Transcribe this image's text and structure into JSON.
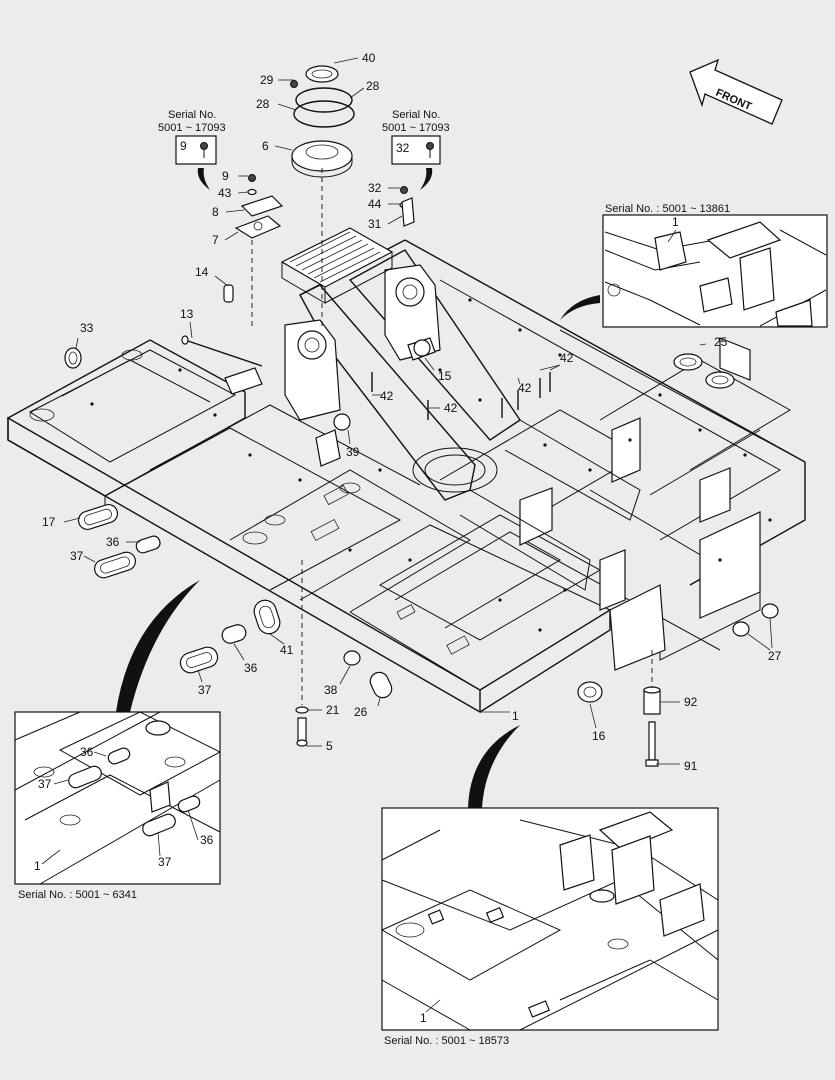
{
  "direction_label": "FRONT",
  "serial_labels": {
    "top_left_title": "Serial No.",
    "top_left_range": "5001 ~ 17093",
    "top_right_title": "Serial No.",
    "top_right_range": "5001 ~ 17093",
    "inset_top_right": "Serial No. : 5001 ~ 13861",
    "inset_bottom_left": "Serial No. : 5001 ~ 6341",
    "inset_bottom_right": "Serial No. : 5001 ~ 18573"
  },
  "callouts": {
    "c40": "40",
    "c29": "29",
    "c28a": "28",
    "c28b": "28",
    "c6": "6",
    "c9box": "9",
    "c32box": "32",
    "c9": "9",
    "c43": "43",
    "c8": "8",
    "c7": "7",
    "c32": "32",
    "c44": "44",
    "c31": "31",
    "c14": "14",
    "c13": "13",
    "c33": "33",
    "c15": "15",
    "c42a": "42",
    "c42b": "42",
    "c42c": "42",
    "c42d": "42",
    "c39": "39",
    "c25": "25",
    "c17": "17",
    "c36a": "36",
    "c37a": "37",
    "c41": "41",
    "c36b": "36",
    "c37b": "37",
    "c38": "38",
    "c21": "21",
    "c26": "26",
    "c1": "1",
    "c16": "16",
    "c92": "92",
    "c27": "27",
    "c5": "5",
    "c91": "91",
    "inset_tr_1": "1",
    "inset_bl_36a": "36",
    "inset_bl_37a": "37",
    "inset_bl_36b": "36",
    "inset_bl_37b": "37",
    "inset_bl_1": "1",
    "inset_br_1": "1"
  },
  "colors": {
    "line": "#111111",
    "background": "#ececec",
    "panel": "#ffffff"
  }
}
